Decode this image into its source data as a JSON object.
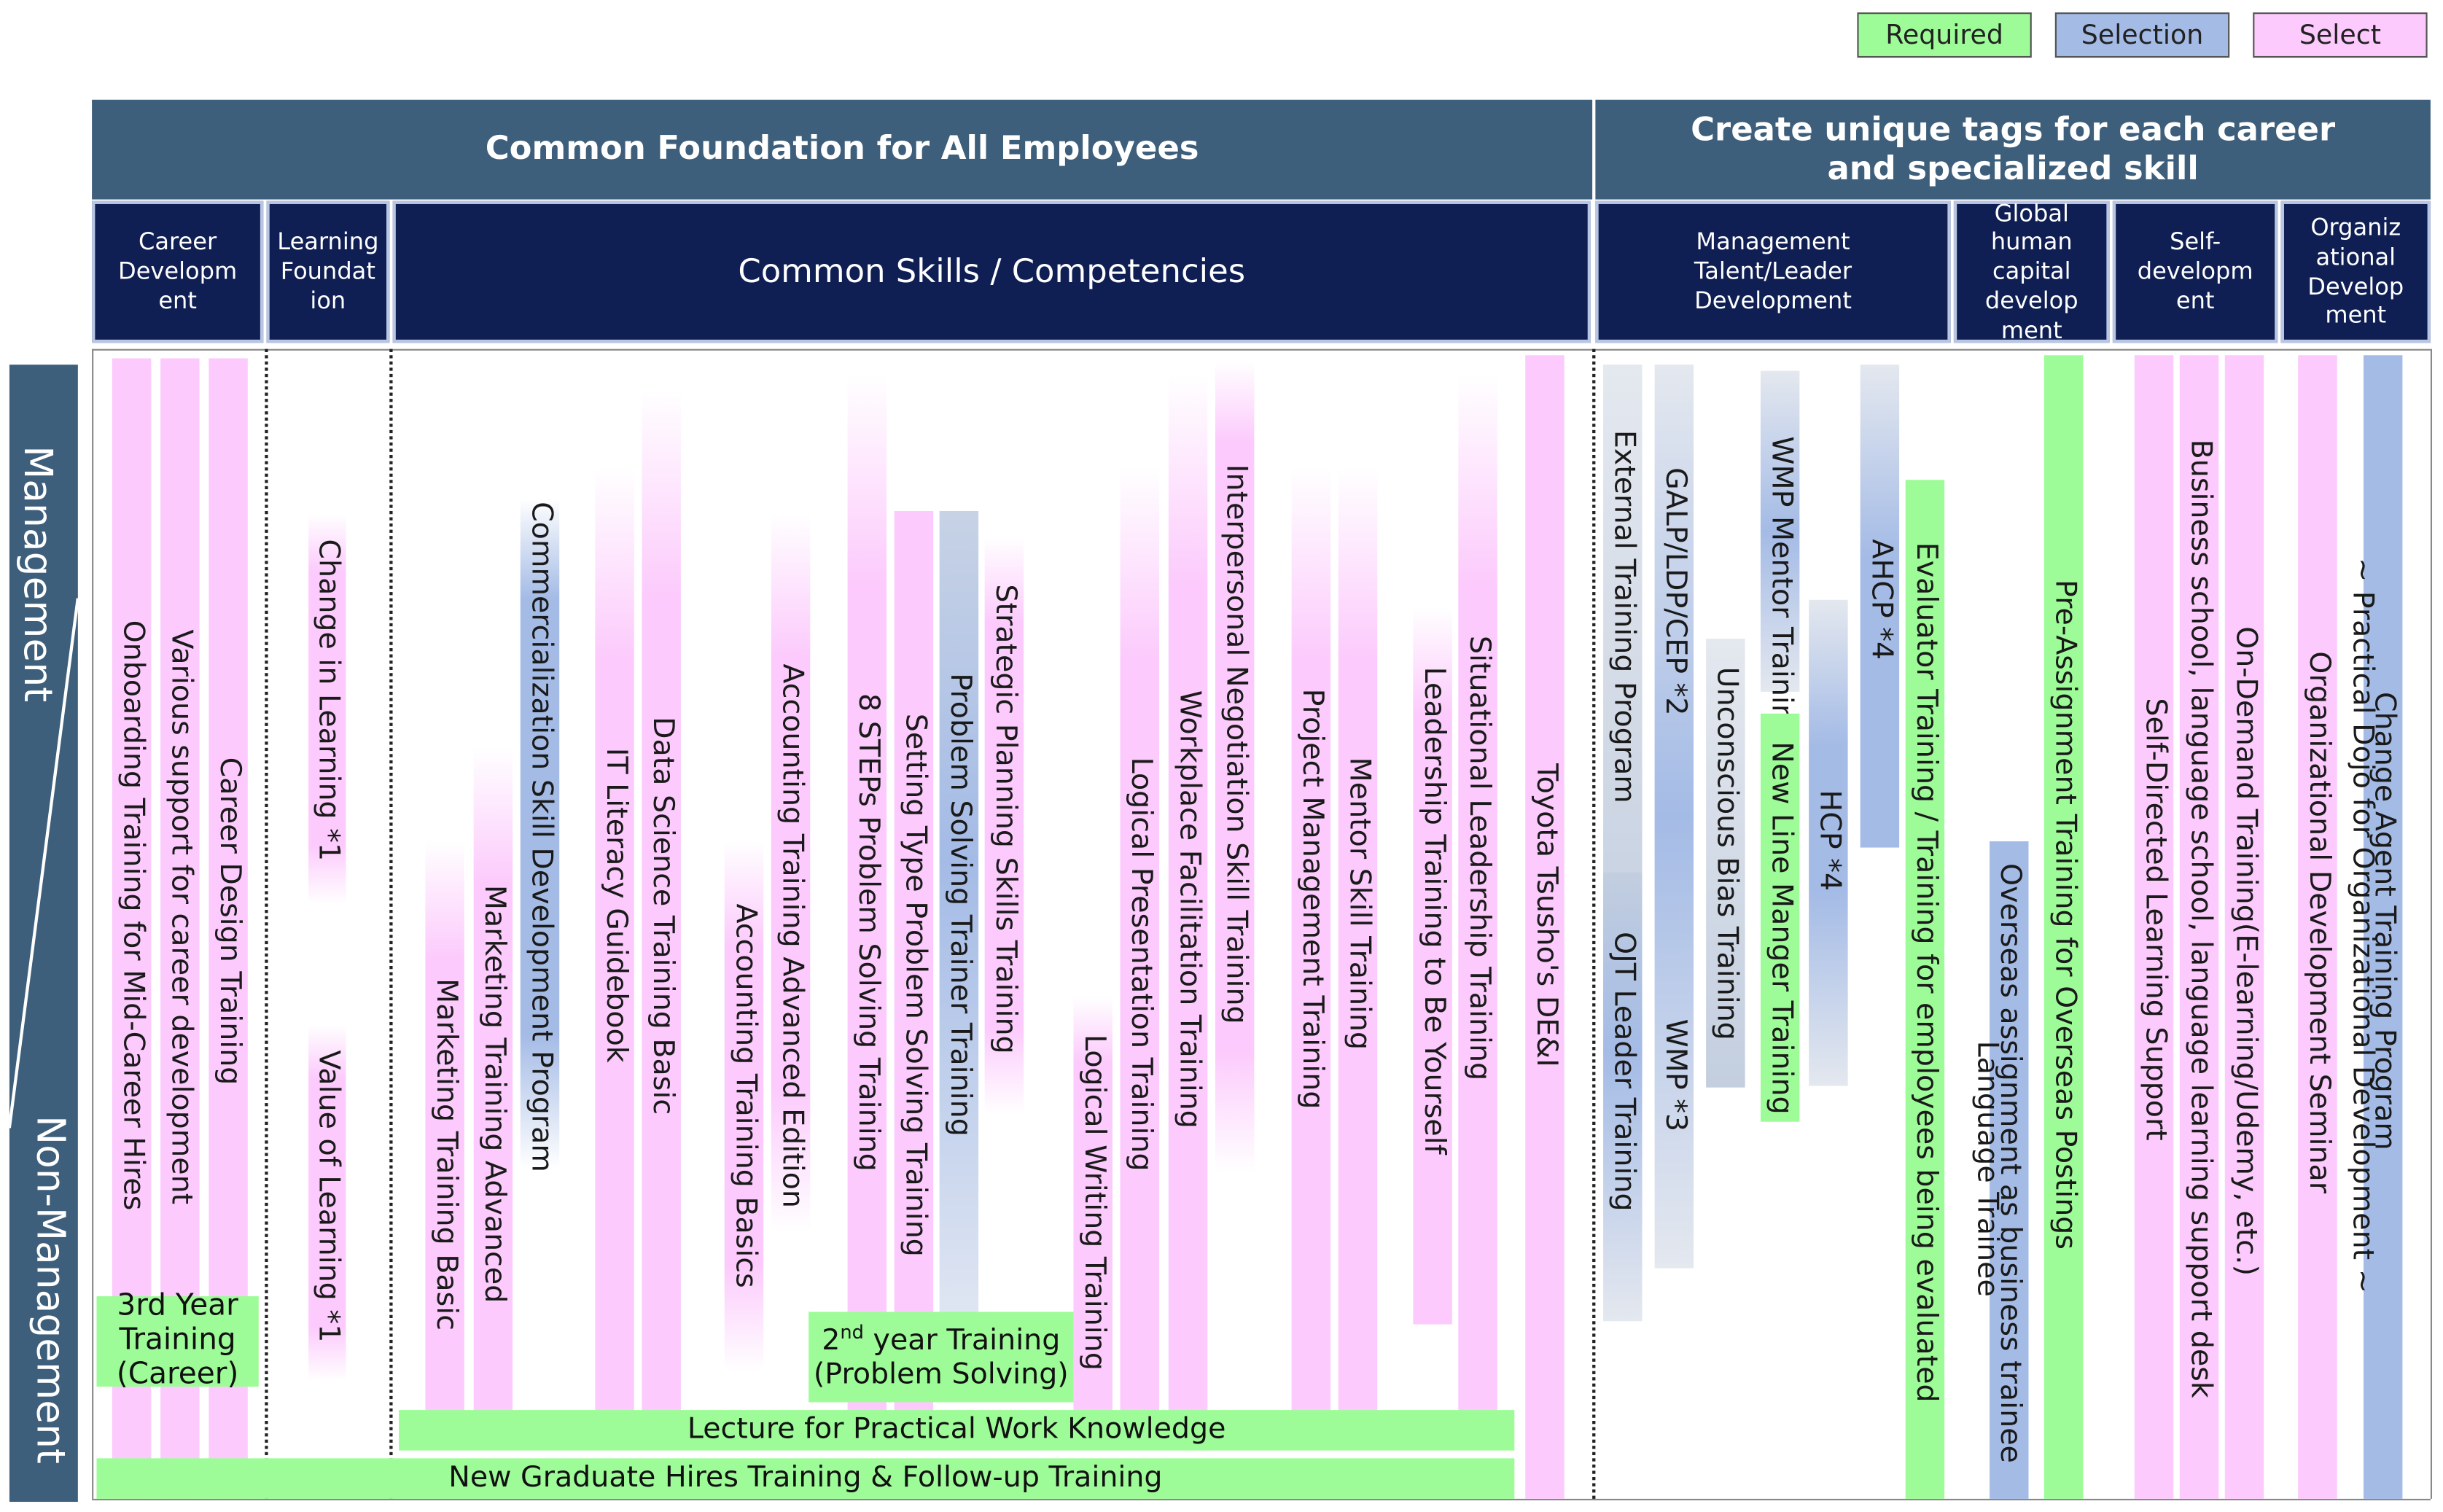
{
  "colors": {
    "required": "#9efc98",
    "selection": "#a4bbe6",
    "select": "#fccafc",
    "header_top": "#3e5f7b",
    "header_sub": "#0f1f54",
    "side_band": "#3e5f7b"
  },
  "legend": [
    {
      "label": "Required",
      "type": "required"
    },
    {
      "label": "Selection",
      "type": "selection"
    },
    {
      "label": "Select",
      "type": "select"
    }
  ],
  "headers": {
    "top_left": "Common Foundation for All Employees",
    "top_right": "Create unique tags for each career and specialized skill",
    "sub": [
      "Career Developm ent",
      "Learning Foundat ion",
      "Common Skills / Competencies",
      "Management Talent/Leader Development",
      "Global human capital develop ment",
      "Self-developm ent",
      "Organiz ational Develop ment"
    ]
  },
  "side_labels": {
    "top": "Management",
    "bottom": "Non-Management"
  },
  "programs": [
    "Onboarding Training for Mid-Career Hires",
    "Various support for career development",
    "Career Design Training",
    "Change in Learning *1",
    "Value of Learning *1",
    "Marketing Training Basic",
    "Marketing Training Advanced",
    "Commercialization Skill Development Program",
    "IT Literacy Guidebook",
    "Data Science Training Basic",
    "Accounting Training Basics",
    "Accounting Training Advanced Edition",
    "8 STEPs Problem Solving Training",
    "Setting Type Problem Solving Training",
    "Problem Solving Trainer Training",
    "Strategic Planning Skills Training",
    "Logical Writing Training",
    "Logical Presentation Training",
    "Workplace Facilitation Training",
    "Interpersonal Negotiation Skill Training",
    "Project Management Training",
    "Mentor Skill Training",
    "Leadership Training to Be Yourself",
    "Situational Leadership Training",
    "Toyota Tsusho's DE&I",
    "External Training Program",
    "OJT Leader Training",
    "GALP/LDP/CEP *2",
    "WMP *3",
    "Unconscious Bias Training",
    "WMP Mentor Training",
    "New Line Manger Training",
    "HCP *4",
    "AHCP *4",
    "Evaluator Training / Training for employees being evaluated",
    "Overseas assignment as business trainee",
    "Language Trainee",
    "Pre-Assignment Training for Overseas Postings",
    "Self-Directed Learning Support",
    "Business school, language school, language learning support desk",
    "On-Demand Training(E-learning/Udemy, etc.)",
    "Organizational Development Seminar",
    "Change Agent Training Program",
    "~ Practical Dojo for Organizational Development ~"
  ],
  "horizontal_programs": {
    "third_year": "3rd Year Training (Career)",
    "second_year_prefix": "2",
    "second_year_sup": "nd",
    "second_year_rest": " year Training",
    "second_year_line2": "(Problem Solving)",
    "lecture": "Lecture for Practical Work Knowledge",
    "new_grad": "New Graduate Hires Training & Follow-up Training"
  }
}
